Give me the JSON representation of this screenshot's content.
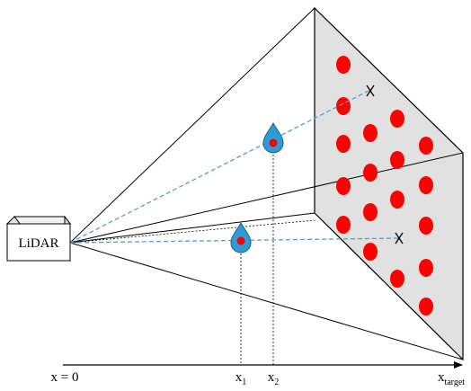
{
  "lidar": {
    "label": "LiDAR"
  },
  "axis": {
    "origin_label": "x = 0",
    "x1": {
      "base": "x",
      "sub": "1"
    },
    "x2": {
      "base": "x",
      "sub": "2"
    },
    "target": {
      "base": "x",
      "sub": "target"
    }
  },
  "colors": {
    "target_fill": "#e1e1e1",
    "spot": "#ff0000",
    "droplet": "#2e9bd6",
    "droplet_stroke": "#1a5f8c",
    "beam": "#5b9bd5",
    "line": "#000000"
  },
  "icons": {
    "droplet": "water-drop-icon",
    "cross": "x-mark-icon"
  }
}
